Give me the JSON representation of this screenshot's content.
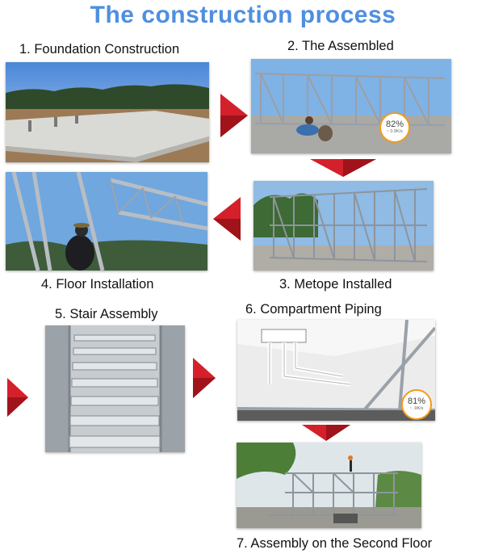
{
  "title": "The construction process",
  "steps": [
    {
      "label": "1. Foundation Construction"
    },
    {
      "label": "2. The Assembled"
    },
    {
      "label": "3. Metope Installed"
    },
    {
      "label": "4. Floor Installation"
    },
    {
      "label": "5. Stair Assembly"
    },
    {
      "label": "6. Compartment Piping"
    },
    {
      "label": "7. Assembly on the Second Floor"
    }
  ],
  "badges": [
    {
      "value": "82%",
      "sub": "↑ 0.9K/s"
    },
    {
      "value": "81%",
      "sub": "↑ .9K/s"
    }
  ],
  "colors": {
    "title": "#4f8fe0",
    "arrow": "#d4202a",
    "badge_ring": "#f39a1f"
  }
}
